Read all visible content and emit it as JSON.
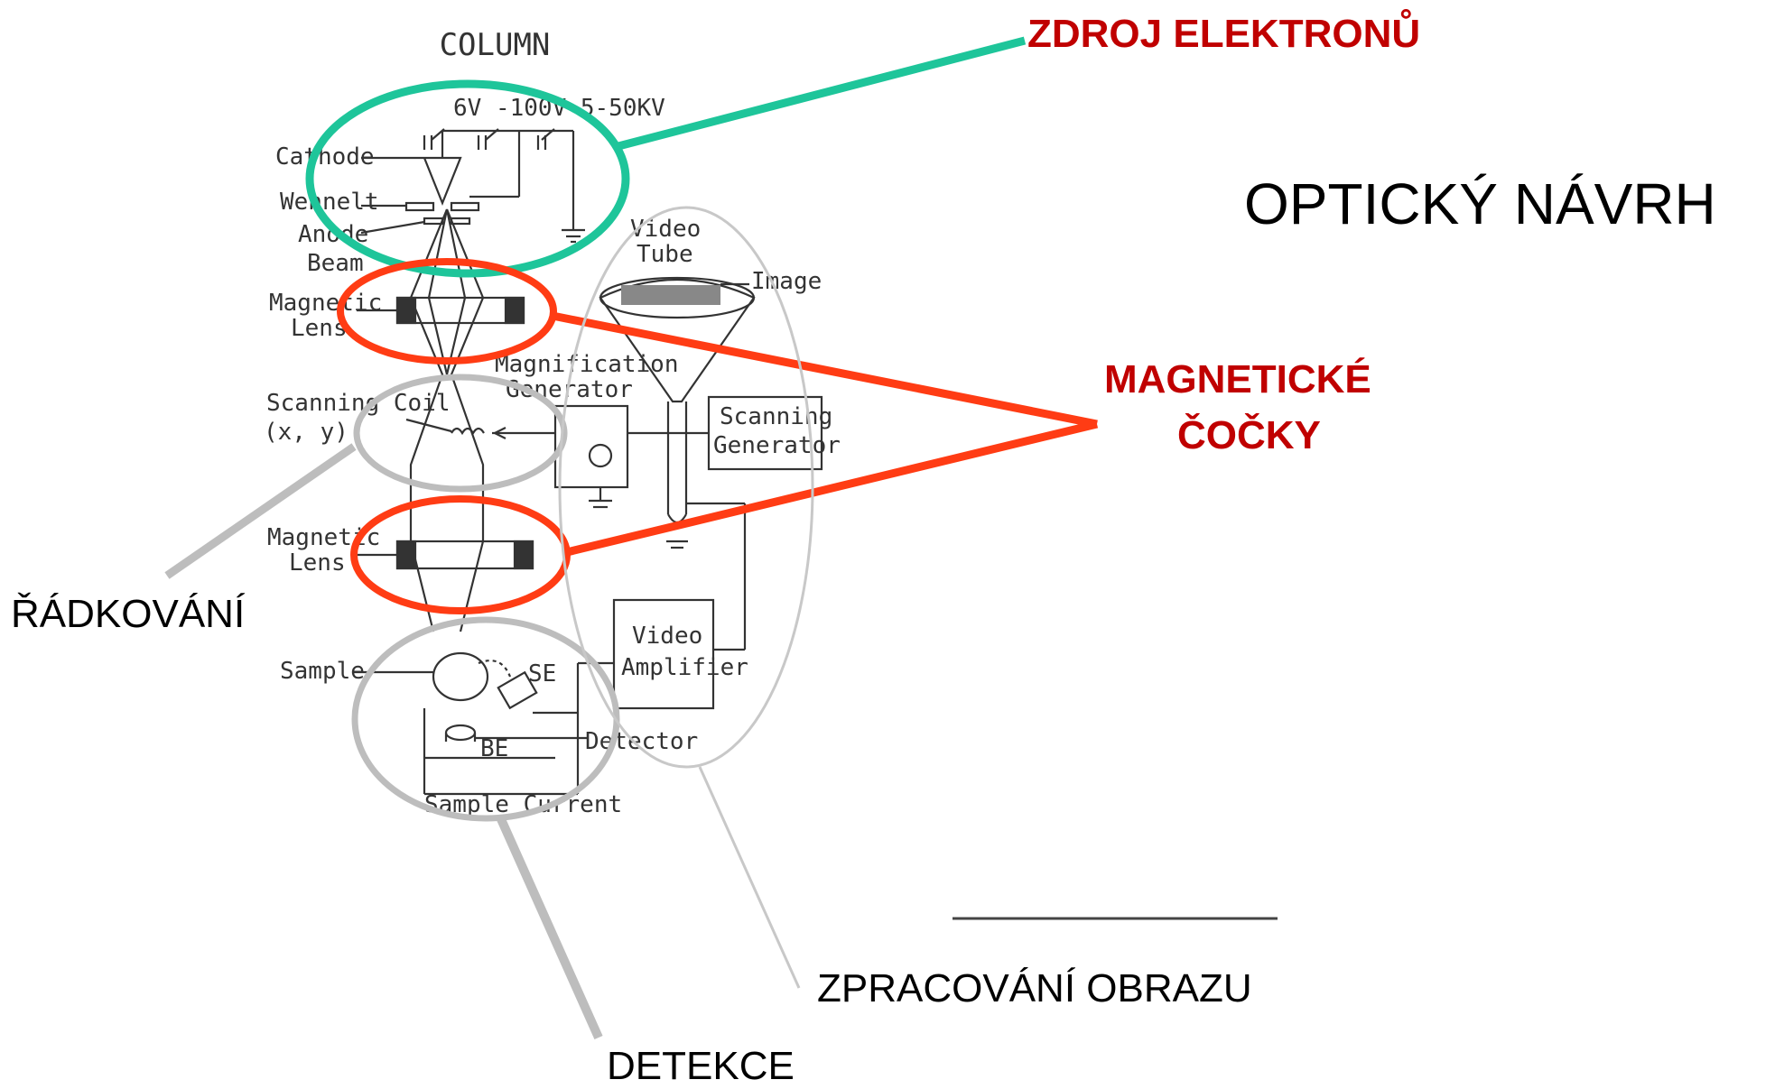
{
  "slide_title": "OPTICKÝ NÁVRH",
  "callouts": {
    "electron_source": "ZDROJ ELEKTRONŮ",
    "magnetic_lenses_line1": "MAGNETICKÉ",
    "magnetic_lenses_line2": "ČOČKY",
    "scanning": "ŘÁDKOVÁNÍ",
    "image_processing": "ZPRACOVÁNÍ OBRAZU",
    "detection": "DETEKCE"
  },
  "schematic": {
    "column": "COLUMN",
    "voltages": "6V  -100V 5-50KV",
    "cathode": "Cathode",
    "wehnelt": "Wehnelt",
    "anode": "Anode",
    "beam": "Beam",
    "magnetic": "Magnetic",
    "lens": "Lens",
    "magnification": "Magnification",
    "generator": "Generator",
    "scanning_coil": "Scanning Coil",
    "xy": "(x, y)",
    "video": "Video",
    "tube": "Tube",
    "image": "Image",
    "scanning": "Scanning",
    "amplifier": "Amplifier",
    "sample": "Sample",
    "se": "SE",
    "be": "BE",
    "detector": "Detector",
    "sample_current": "Sample Current"
  },
  "colors": {
    "source_highlight": "#1ec59a",
    "lens_highlight": "#ff3c14",
    "grey_highlight": "#bdbdbd",
    "red_label": "#c00000",
    "text": "#000000"
  }
}
